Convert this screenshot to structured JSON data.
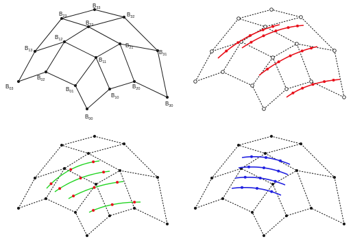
{
  "colors": {
    "net": "#1a1a1a",
    "red": "#e8101a",
    "green": "#22d422",
    "blue": "#2020e0",
    "dark_green": "#178a17"
  },
  "control_points": [
    {
      "id": "B00",
      "main": "B",
      "sub": "00"
    },
    {
      "id": "B01",
      "main": "B",
      "sub": "01"
    },
    {
      "id": "B02",
      "main": "B",
      "sub": "02"
    },
    {
      "id": "B03",
      "main": "B",
      "sub": "03"
    },
    {
      "id": "B10",
      "main": "B",
      "sub": "10"
    },
    {
      "id": "B11",
      "main": "B",
      "sub": "11"
    },
    {
      "id": "B12",
      "main": "B",
      "sub": "12"
    },
    {
      "id": "B13",
      "main": "B",
      "sub": "13"
    },
    {
      "id": "B20",
      "main": "B",
      "sub": "20"
    },
    {
      "id": "B21",
      "main": "B",
      "sub": "21"
    },
    {
      "id": "B22",
      "main": "B",
      "sub": "22"
    },
    {
      "id": "B23",
      "main": "B",
      "sub": "23"
    },
    {
      "id": "B30",
      "main": "B",
      "sub": "30"
    },
    {
      "id": "B31",
      "main": "B",
      "sub": "31"
    },
    {
      "id": "B32",
      "main": "B",
      "sub": "32"
    },
    {
      "id": "B33",
      "main": "B",
      "sub": "33"
    }
  ],
  "panels": [
    {
      "id": "labeled-control-net"
    },
    {
      "id": "net-with-red-curves"
    },
    {
      "id": "net-with-green-strips"
    },
    {
      "id": "net-with-blue-curves"
    }
  ]
}
